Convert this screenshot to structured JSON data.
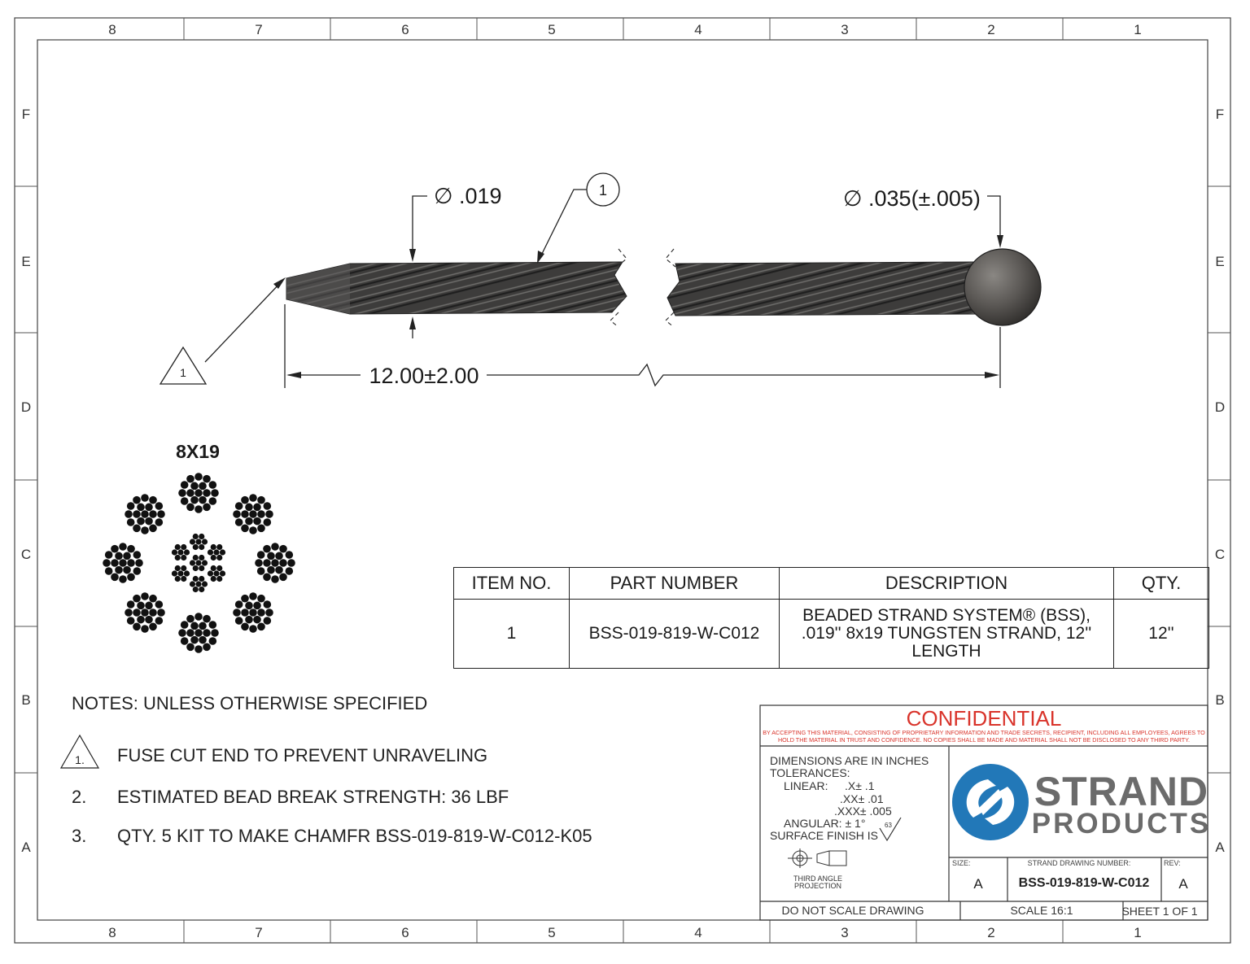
{
  "border": {
    "col_labels": [
      "8",
      "7",
      "6",
      "5",
      "4",
      "3",
      "2",
      "1"
    ],
    "row_labels": [
      "F",
      "E",
      "D",
      "C",
      "B",
      "A"
    ]
  },
  "part": {
    "diameter_callout": "∅ .019",
    "bead_callout": "∅ .035(±.005)",
    "length_callout": "12.00±2.00",
    "balloon_item": "1",
    "note_flag": "1"
  },
  "cross_section": {
    "label": "8X19"
  },
  "bom": {
    "headers": [
      "ITEM NO.",
      "PART NUMBER",
      "DESCRIPTION",
      "QTY."
    ],
    "rows": [
      {
        "item": "1",
        "part_number": "BSS-019-819-W-C012",
        "description": "BEADED STRAND SYSTEM® (BSS), .019'' 8x19 TUNGSTEN STRAND, 12'' LENGTH",
        "qty": "12''"
      }
    ]
  },
  "notes": {
    "title": "NOTES: UNLESS OTHERWISE SPECIFIED",
    "items": [
      {
        "num": "1.",
        "text": "FUSE CUT END TO PREVENT UNRAVELING",
        "flagged": true
      },
      {
        "num": "2.",
        "text": "ESTIMATED BEAD BREAK STRENGTH: 36 LBF",
        "flagged": false
      },
      {
        "num": "3.",
        "text": "QTY. 5 KIT TO MAKE CHAMFR BSS-019-819-W-C012-K05",
        "flagged": false
      }
    ]
  },
  "title_block": {
    "confidential": "CONFIDENTIAL",
    "disclaimer_line1": "BY ACCEPTING THIS MATERIAL, CONSISTING OF PROPRIETARY INFORMATION AND TRADE SECRETS, RECIPIENT, INCLUDING ALL EMPLOYEES, AGREES TO",
    "disclaimer_line2": "HOLD THE MATERIAL IN TRUST AND CONFIDENCE.  NO COPIES SHALL BE MADE AND MATERIAL SHALL NOT BE DISCLOSED TO ANY THIRD PARTY.",
    "dims_line": "DIMENSIONS ARE IN INCHES",
    "tolerances": "TOLERANCES:",
    "linear": "LINEAR:",
    "tol_x": ".X± .1",
    "tol_xx": ".XX± .01",
    "tol_xxx": ".XXX± .005",
    "angular": "ANGULAR:  ± 1°",
    "surface_finish": "SURFACE FINISH IS",
    "finish_value": "63",
    "projection": "THIRD ANGLE PROJECTION",
    "projection_line1": "THIRD ANGLE",
    "projection_line2": "PROJECTION",
    "logo_line1": "STRAND",
    "logo_line2": "PRODUCTS",
    "size_label": "SIZE:",
    "size_value": "A",
    "dwg_label": "STRAND DRAWING NUMBER:",
    "dwg_value": "BSS-019-819-W-C012",
    "rev_label": "REV:",
    "rev_value": "A",
    "do_not_scale": "DO NOT SCALE DRAWING",
    "scale": "SCALE 16:1",
    "sheet": "SHEET 1 OF 1",
    "confidential_color": "#d9342b",
    "logo_blue": "#2278b8",
    "logo_gray": "#6b6b6b"
  }
}
